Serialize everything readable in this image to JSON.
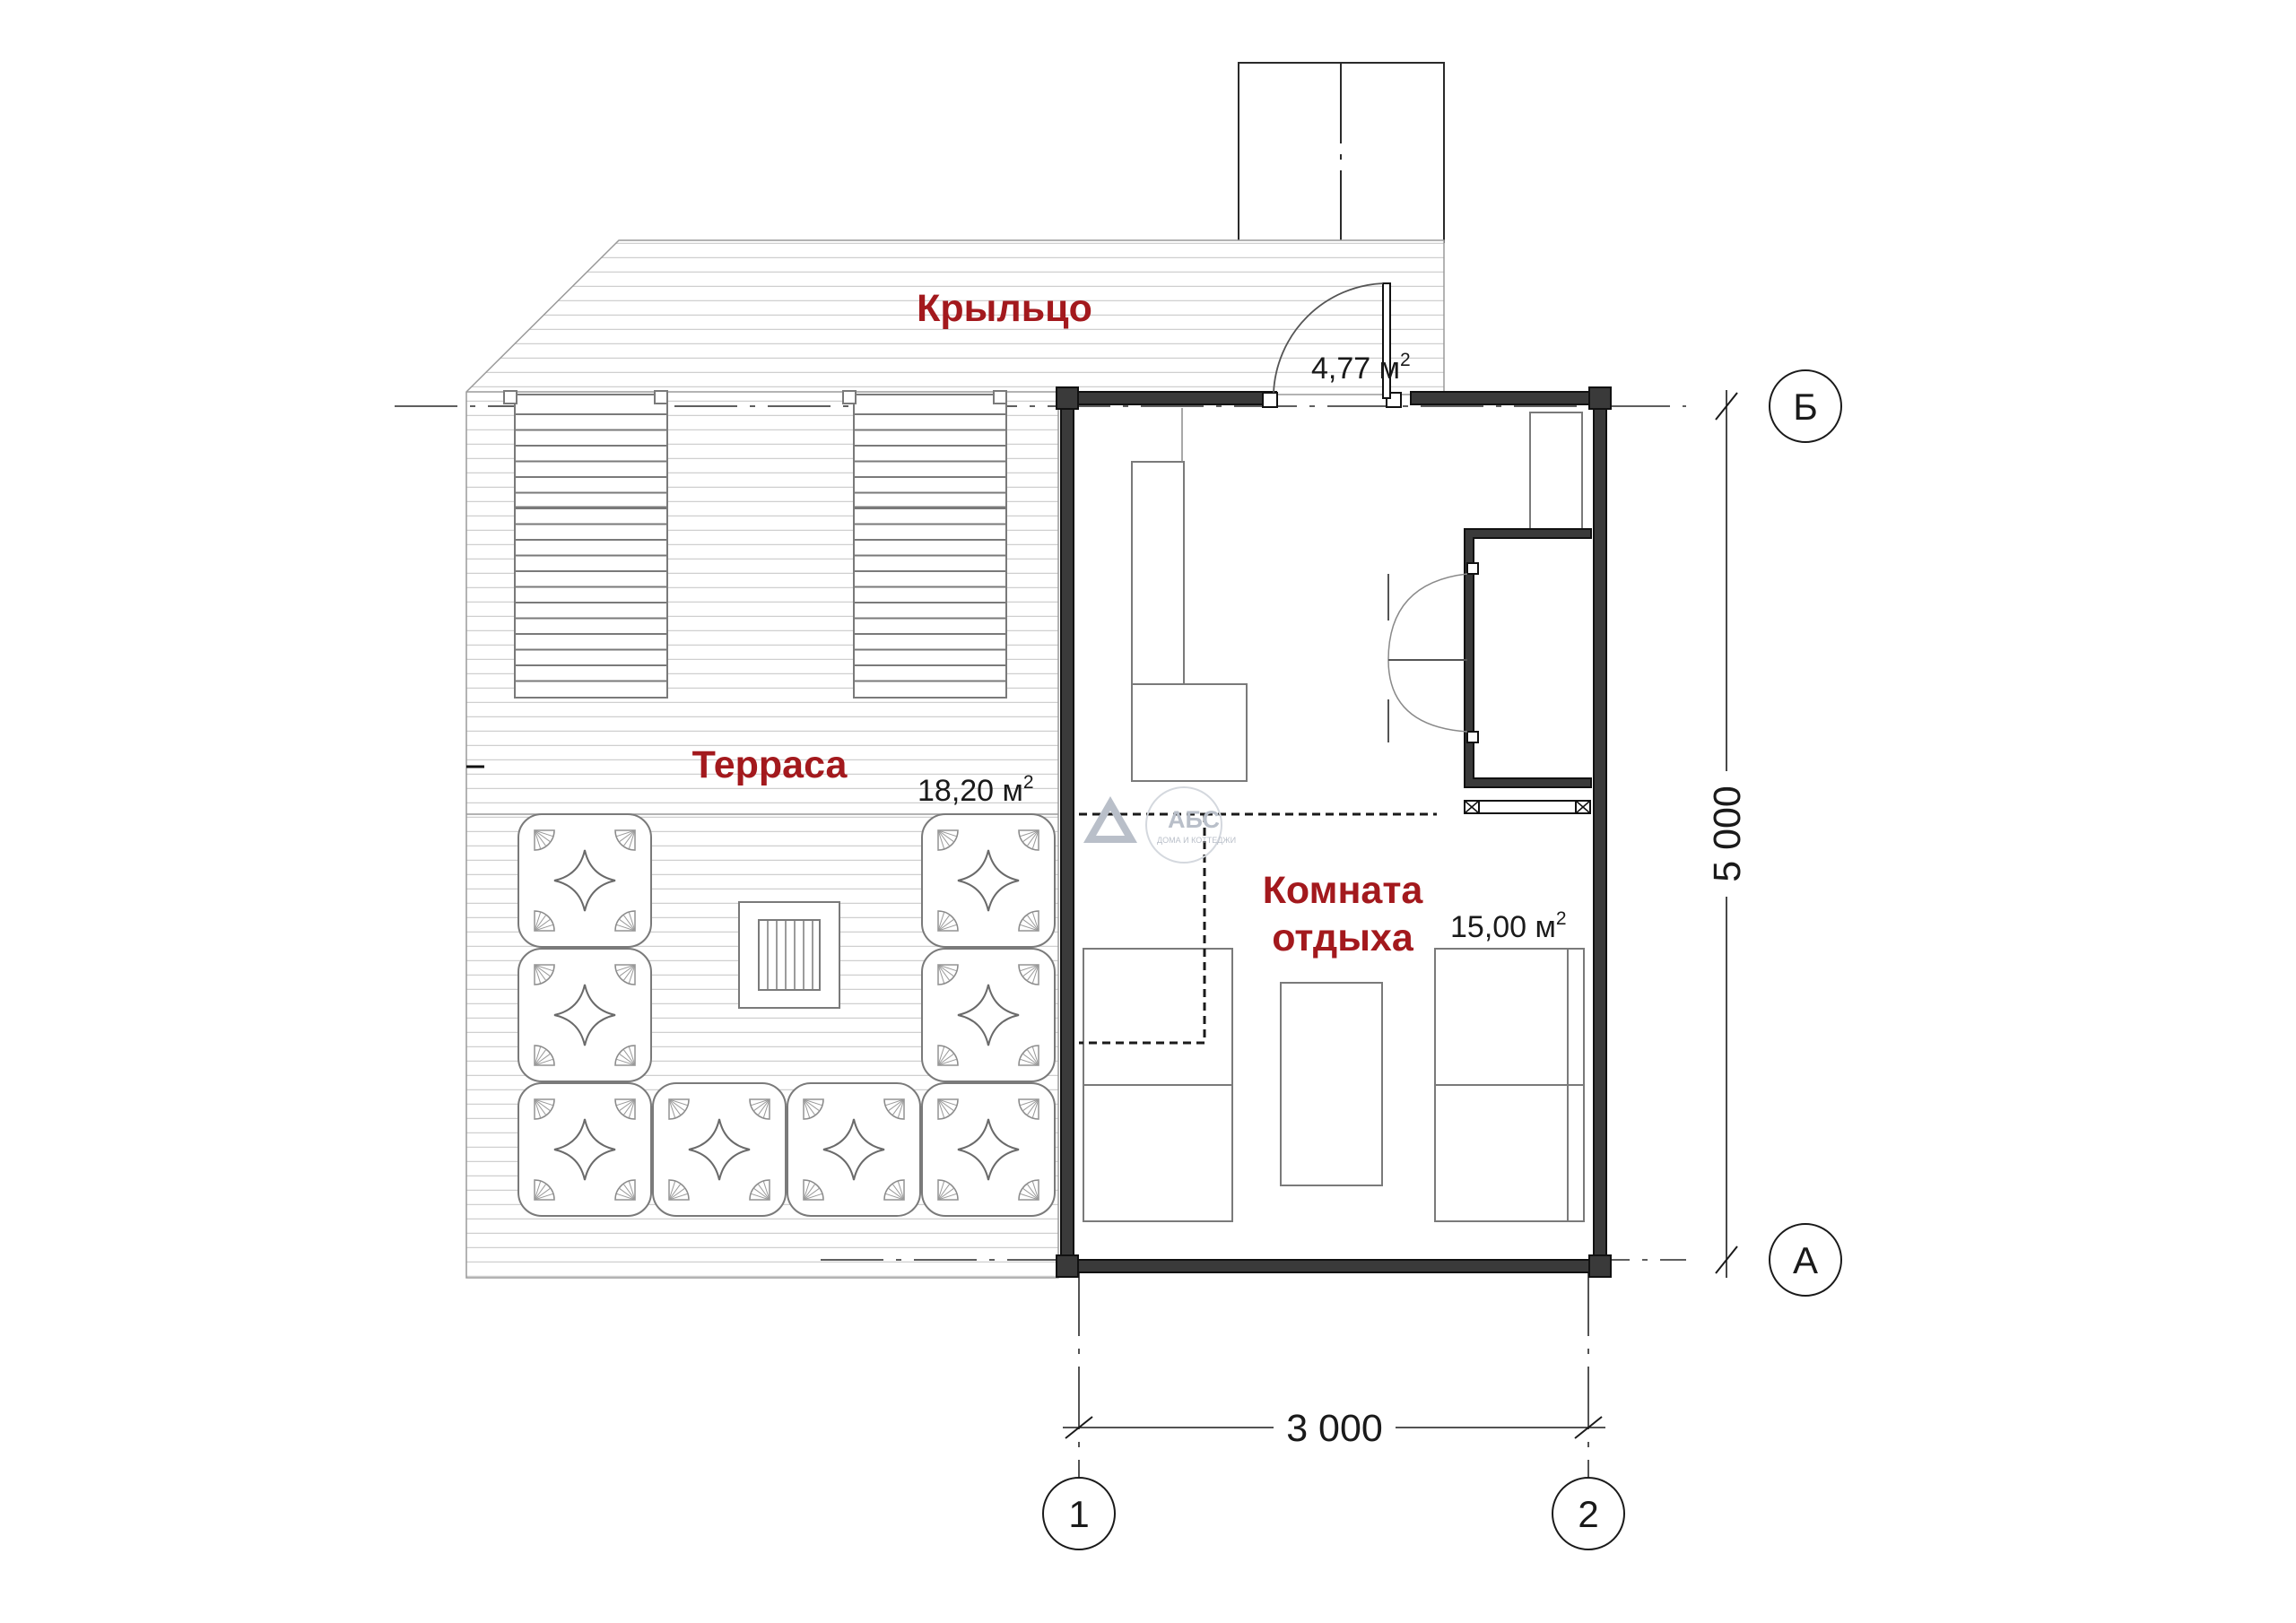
{
  "rooms": {
    "porch": {
      "name": "Крыльцо",
      "area": "4,77 м",
      "area_sup": "2"
    },
    "terrace": {
      "name": "Терраса",
      "area": "18,20 м",
      "area_sup": "2"
    },
    "rest_room": {
      "name_line1": "Комната",
      "name_line2": "отдыха",
      "area": "15,00 м",
      "area_sup": "2"
    }
  },
  "dimensions": {
    "width": "3 000",
    "depth": "5 000"
  },
  "axes": {
    "row_top": "Б",
    "row_bottom": "А",
    "col_left": "1",
    "col_right": "2"
  },
  "logo": {
    "text": "АБС",
    "subtext": "ДОМА И КОТТЕДЖИ"
  },
  "colors": {
    "room_label": "#a3191d",
    "wall": "#3a3a3a",
    "deck_lines": "#c8c8c8"
  }
}
